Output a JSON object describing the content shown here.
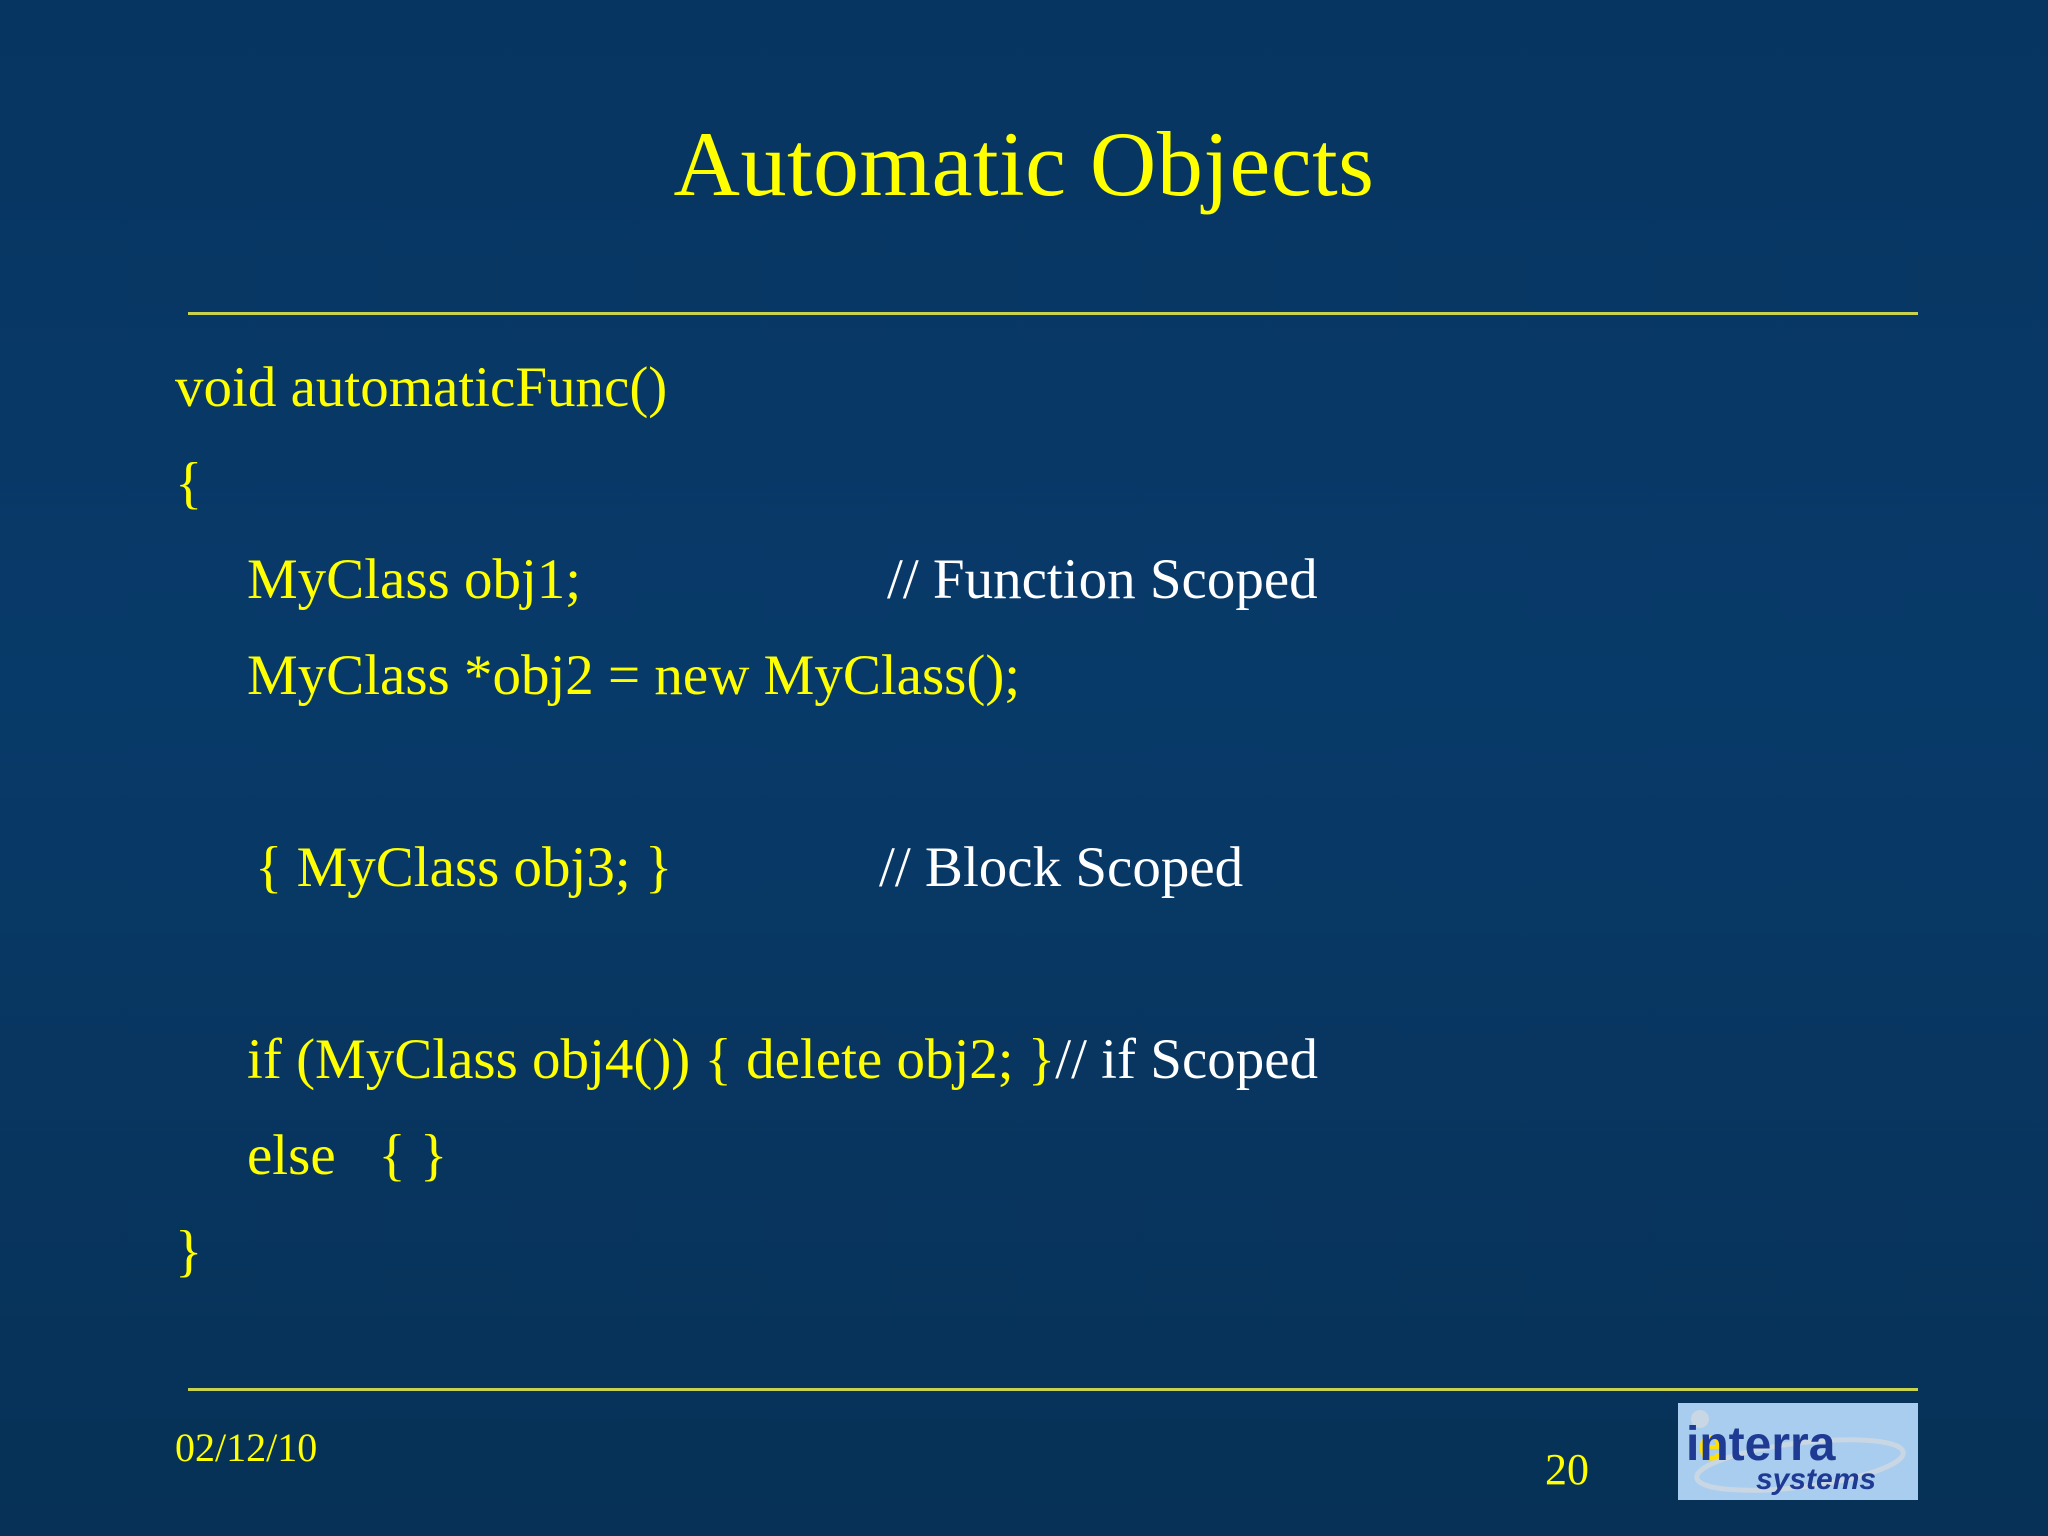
{
  "slide": {
    "title": "Automatic Objects",
    "page_number": "20",
    "date": "02/12/10",
    "colors": {
      "background": "#083763",
      "title_text": "#ffff00",
      "code_text": "#ffff00",
      "comment_text": "#ffffff",
      "rule": "#c8d24a",
      "logo_background": "#a8cdef",
      "logo_text": "#1f3a93"
    },
    "code_lines": [
      {
        "indent": 0,
        "code": "void automaticFunc()",
        "comment": ""
      },
      {
        "indent": 0,
        "code": "{",
        "comment": ""
      },
      {
        "indent": 1,
        "code": "MyClass obj1;",
        "comment": "// Function Scoped"
      },
      {
        "indent": 1,
        "code": "MyClass *obj2 = new MyClass();",
        "comment": ""
      },
      {
        "indent": 1,
        "code": "",
        "comment": ""
      },
      {
        "indent": 1,
        "code": "{ MyClass obj3; }",
        "comment": "// Block Scoped"
      },
      {
        "indent": 1,
        "code": "",
        "comment": ""
      },
      {
        "indent": 1,
        "code": "if (MyClass obj4()) { delete obj2; }",
        "comment": "// if Scoped"
      },
      {
        "indent": 1,
        "code": "else   { }",
        "comment": ""
      },
      {
        "indent": 0,
        "code": "}",
        "comment": ""
      }
    ],
    "logo": {
      "word_primary": "interra",
      "word_secondary": "systems"
    }
  }
}
